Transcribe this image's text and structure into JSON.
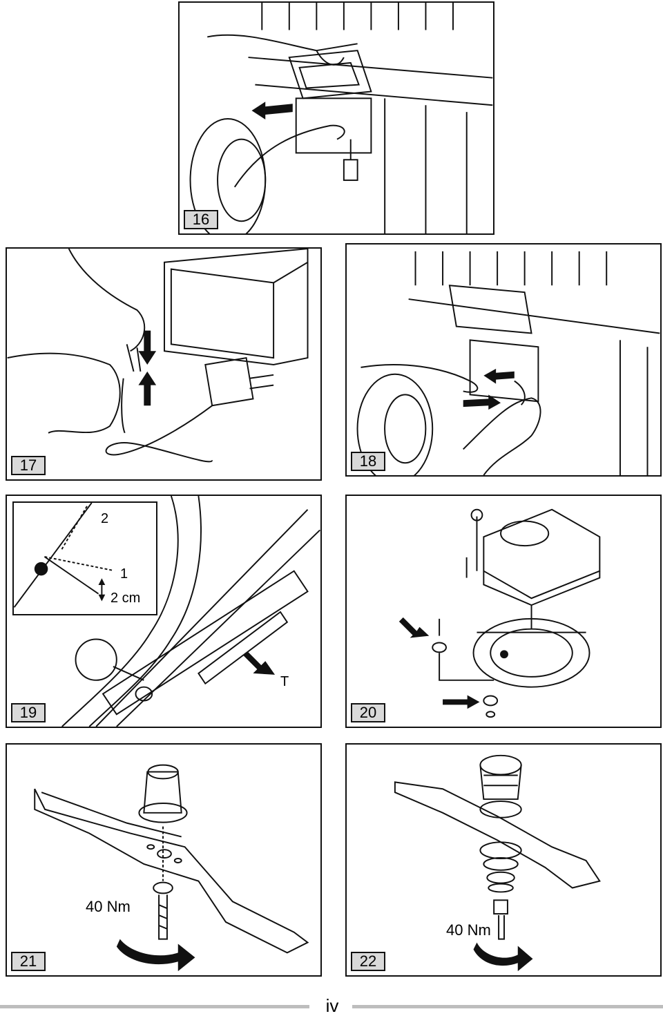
{
  "figures": [
    {
      "id": "fig16",
      "number": "16"
    },
    {
      "id": "fig17",
      "number": "17"
    },
    {
      "id": "fig18",
      "number": "18"
    },
    {
      "id": "fig19",
      "number": "19"
    },
    {
      "id": "fig20",
      "number": "20"
    },
    {
      "id": "fig21",
      "number": "21"
    },
    {
      "id": "fig22",
      "number": "22"
    }
  ],
  "annotations": {
    "fig19_label_2": "2",
    "fig19_label_1": "1",
    "fig19_height": "2 cm",
    "fig19_label_t": "T",
    "fig21_torque": "40 Nm",
    "fig22_torque": "40 Nm"
  },
  "page_number": "iv"
}
